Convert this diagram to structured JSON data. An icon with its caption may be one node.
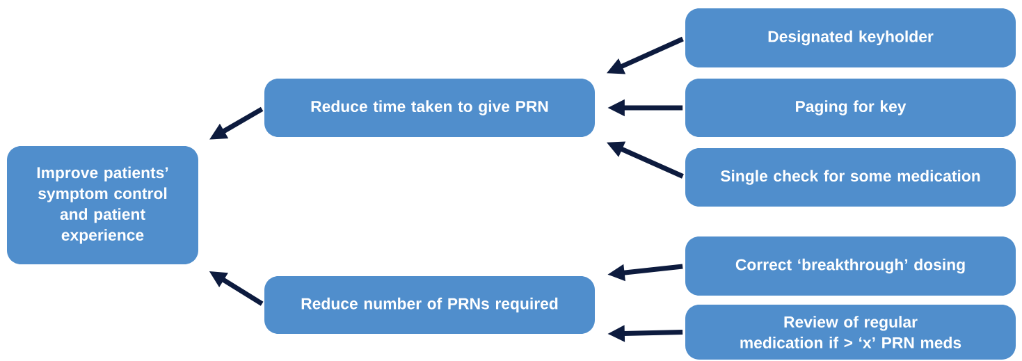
{
  "diagram": {
    "nodes": [
      {
        "text": [
          "Improve patients’ symptom control and patient experience"
        ]
      },
      {
        "text": [
          "Reduce time taken to give PRN"
        ]
      },
      {
        "text": [
          "Reduce number of PRNs required"
        ]
      },
      {
        "text": [
          "Designated keyholder"
        ]
      },
      {
        "text": [
          "Paging for key"
        ]
      },
      {
        "text": [
          "Single check for some medication"
        ]
      },
      {
        "text": [
          "Correct ‘breakthrough’ dosing"
        ]
      },
      {
        "text": [
          "Review of regular medication if > ‘x’ PRN meds"
        ]
      }
    ],
    "edges": [
      {
        "from": 1,
        "to": 0,
        "arrow": "to"
      },
      {
        "from": 3,
        "to": 1,
        "arrow": "to"
      },
      {
        "from": 4,
        "to": 1,
        "arrow": "to"
      },
      {
        "from": 5,
        "to": 1,
        "arrow": "to"
      },
      {
        "from": 2,
        "to": 0,
        "arrow": "to"
      },
      {
        "from": 6,
        "to": 2,
        "arrow": "to"
      },
      {
        "from": 7,
        "to": 2,
        "arrow": "to"
      }
    ]
  }
}
